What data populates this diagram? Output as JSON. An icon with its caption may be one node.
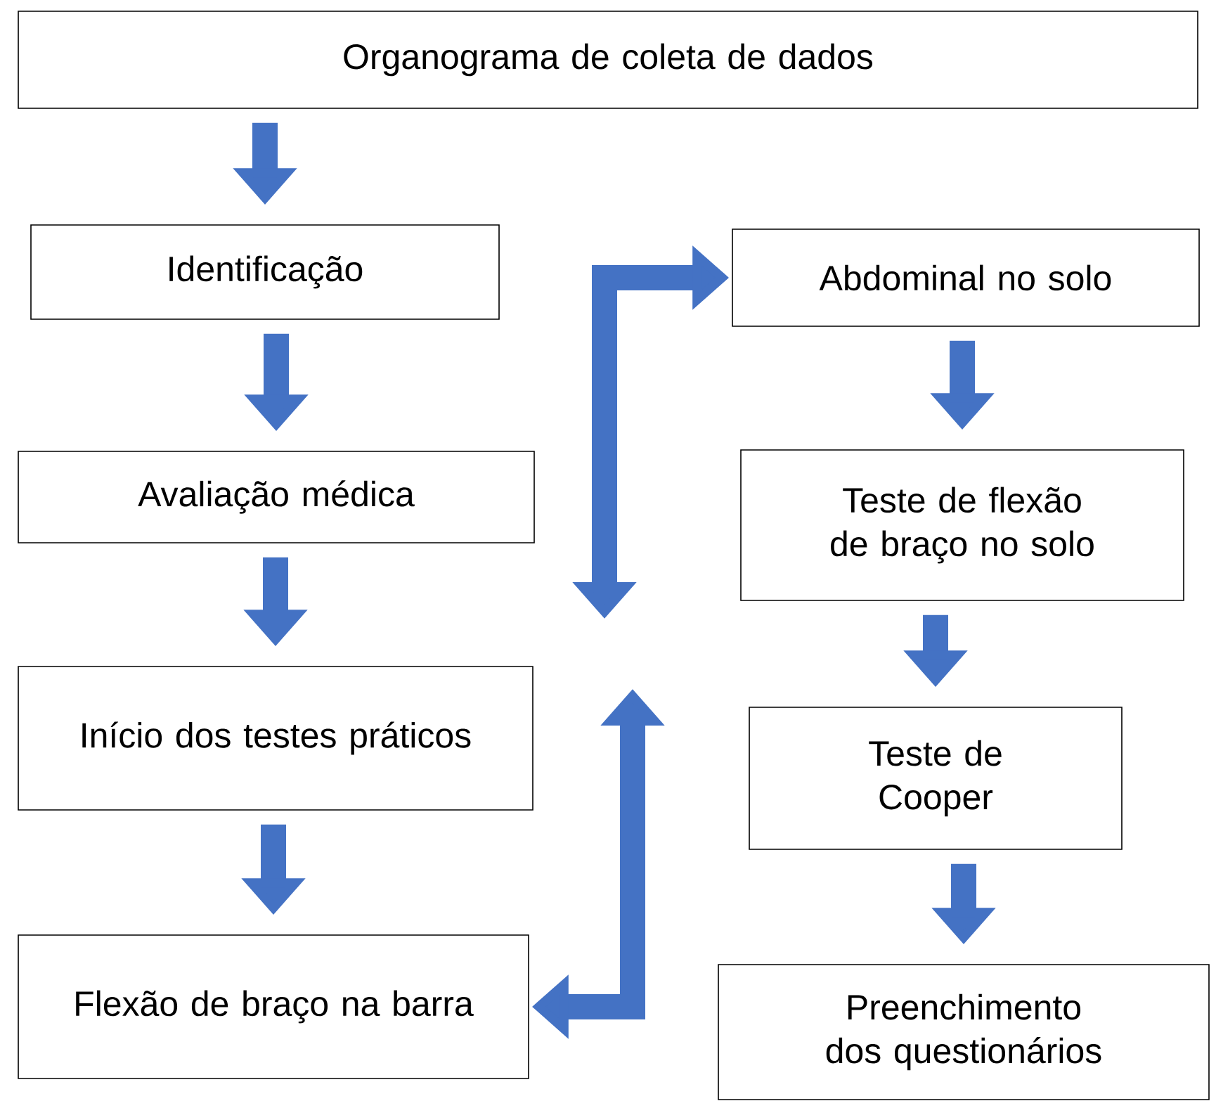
{
  "diagram": {
    "nodes": [
      {
        "text": [
          "Organograma de coleta de dados"
        ]
      },
      {
        "text": [
          "Identificação"
        ]
      },
      {
        "text": [
          "Avaliação médica"
        ]
      },
      {
        "text": [
          "Início dos testes práticos"
        ]
      },
      {
        "text": [
          "Flexão de braço na barra"
        ]
      },
      {
        "text": [
          "Abdominal no solo"
        ]
      },
      {
        "text": [
          "Teste de flexão de braço no solo"
        ]
      },
      {
        "text": [
          "Teste de Cooper"
        ]
      },
      {
        "text": [
          "Preenchimento dos questionários"
        ]
      }
    ],
    "edges": [
      {
        "from": 0,
        "to": 1,
        "arrow": "to"
      },
      {
        "from": 1,
        "to": 2,
        "arrow": "to"
      },
      {
        "from": 2,
        "to": 3,
        "arrow": "to"
      },
      {
        "from": 3,
        "to": 4,
        "arrow": "to"
      },
      {
        "from": 5,
        "to": 6,
        "arrow": "to"
      },
      {
        "from": 6,
        "to": 7,
        "arrow": "to"
      },
      {
        "from": 7,
        "to": 8,
        "arrow": "to"
      },
      {
        "from": null,
        "to": 5,
        "arrow": "both"
      },
      {
        "from": null,
        "to": 4,
        "arrow": "both"
      }
    ]
  }
}
